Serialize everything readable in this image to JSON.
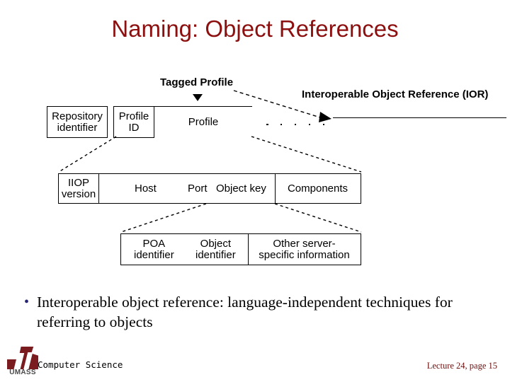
{
  "slide": {
    "title": "Naming: Object References",
    "title_color": "#8C1010"
  },
  "diagram": {
    "labels": {
      "tagged_profile": "Tagged Profile",
      "ior": "Interoperable Object Reference (IOR)"
    },
    "row1": {
      "cells": [
        {
          "label": "Repository\nidentifier"
        },
        {
          "label": "Profile\nID"
        },
        {
          "label": "Profile"
        }
      ],
      "ellipsis_dots": 5
    },
    "row2": {
      "cells": [
        {
          "label": "IIOP\nversion"
        },
        {
          "label": "Host"
        },
        {
          "label": "Port"
        },
        {
          "label": "Object key"
        },
        {
          "label": "Components"
        }
      ]
    },
    "row3": {
      "cells": [
        {
          "label": "POA\nidentifier"
        },
        {
          "label": "Object\nidentifier"
        },
        {
          "label": "Other server-\nspecific information"
        }
      ]
    },
    "marker": "down-triangle",
    "connector_style": "dashed"
  },
  "bullets": [
    {
      "bullet_glyph": "•",
      "bullet_color": "#252573",
      "text": "Interoperable object reference: language-independent techniques for referring to objects"
    }
  ],
  "footer": {
    "logo_word": "UMASS",
    "logo_color": "#7A1B20",
    "department": "Computer Science",
    "lecture": "Lecture 24, page 15",
    "lecture_color": "#6B1111"
  }
}
